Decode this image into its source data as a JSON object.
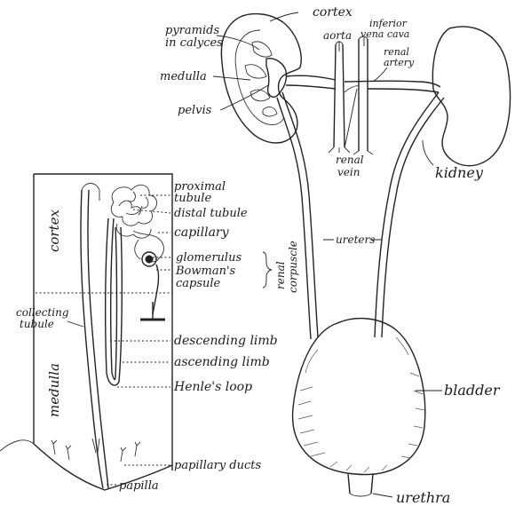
{
  "labels": {
    "cortex_top": "cortex",
    "pyramids_line1": "pyramids",
    "pyramids_line2": "in calyces",
    "medulla_top": "medulla",
    "pelvis": "pelvis",
    "aorta": "aorta",
    "inferior_line1": "inferior",
    "inferior_line2": "vena cava",
    "renal_artery_line1": "renal",
    "renal_artery_line2": "artery",
    "renal_vein_line1": "renal",
    "renal_vein_line2": "vein",
    "kidney": "kidney",
    "ureters": "ureters",
    "bladder": "bladder",
    "urethra": "urethra",
    "cortex_side": "cortex",
    "medulla_side": "medulla",
    "proximal_line1": "proximal",
    "proximal_line2": "tubule",
    "distal": "distal tubule",
    "capillary": "capillary",
    "glomerulus": "glomerulus",
    "bowmans_line1": "Bowman's",
    "bowmans_line2": "capsule",
    "renal_corpuscle_line1": "renal",
    "renal_corpuscle_line2": "corpuscle",
    "collecting_line1": "collecting",
    "collecting_line2": "tubule",
    "descending": "descending limb",
    "ascending": "ascending limb",
    "henles": "Henle's loop",
    "papillary": "papillary ducts",
    "papilla": "papilla"
  },
  "colors": {
    "ink": "#222222",
    "bladder_shade": "#555555",
    "paper": "#ffffff"
  }
}
